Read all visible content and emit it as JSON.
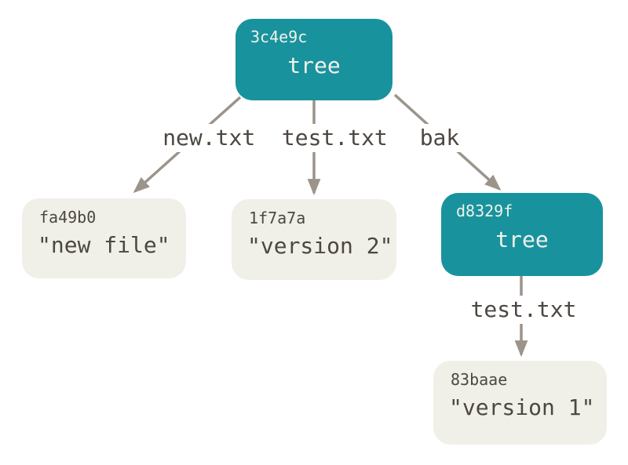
{
  "colors": {
    "tree_node_fill": "#18939E",
    "blob_node_fill": "#F0EFE8",
    "node_text_light": "#F2F1EA",
    "text_dark": "#4C4742",
    "arrow": "#9C948B",
    "label_bg": "#FFFFFF",
    "canvas_bg": "#FFFFFF"
  },
  "nodes": [
    {
      "hash": "3c4e9c",
      "type": "tree",
      "label": "tree"
    },
    {
      "hash": "fa49b0",
      "type": "blob",
      "label": "\"new file\""
    },
    {
      "hash": "1f7a7a",
      "type": "blob",
      "label": "\"version 2\""
    },
    {
      "hash": "d8329f",
      "type": "tree",
      "label": "tree"
    },
    {
      "hash": "83baae",
      "type": "blob",
      "label": "\"version 1\""
    }
  ],
  "edge_labels": [
    {
      "text": "new.txt  test.txt"
    },
    {
      "text": "bak"
    },
    {
      "text": "test.txt"
    }
  ],
  "edges": [
    {
      "from": "3c4e9c",
      "to": "fa49b0"
    },
    {
      "from": "3c4e9c",
      "to": "1f7a7a"
    },
    {
      "from": "3c4e9c",
      "to": "d8329f"
    },
    {
      "from": "d8329f",
      "to": "83baae"
    }
  ]
}
